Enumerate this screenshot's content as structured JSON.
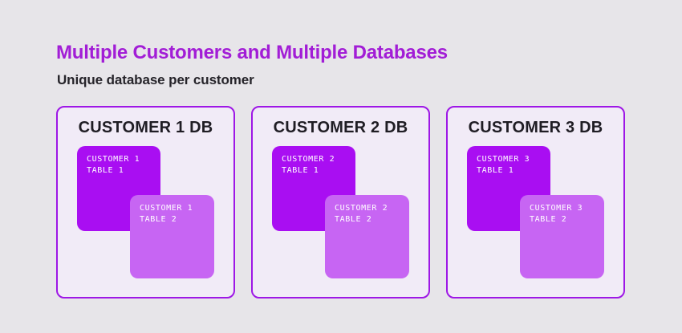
{
  "page": {
    "title": "Multiple Customers and Multiple Databases",
    "subtitle": "Unique database per customer"
  },
  "colors": {
    "background": "#e7e5e9",
    "card_background": "#f1ebf7",
    "card_border": "#9e17e6",
    "title_accent": "#a21dd6",
    "dark_text": "#26242a",
    "table1_fill": "#a90ef2",
    "table2_fill": "#c765f3",
    "table_text": "#ffffff"
  },
  "databases": [
    {
      "title": "CUSTOMER 1 DB",
      "tables": [
        {
          "line1": "CUSTOMER 1",
          "line2": "TABLE 1"
        },
        {
          "line1": "CUSTOMER 1",
          "line2": "TABLE 2"
        }
      ]
    },
    {
      "title": "CUSTOMER 2 DB",
      "tables": [
        {
          "line1": "CUSTOMER 2",
          "line2": "TABLE 1"
        },
        {
          "line1": "CUSTOMER 2",
          "line2": "TABLE 2"
        }
      ]
    },
    {
      "title": "CUSTOMER 3 DB",
      "tables": [
        {
          "line1": "CUSTOMER 3",
          "line2": "TABLE 1"
        },
        {
          "line1": "CUSTOMER 3",
          "line2": "TABLE 2"
        }
      ]
    }
  ]
}
